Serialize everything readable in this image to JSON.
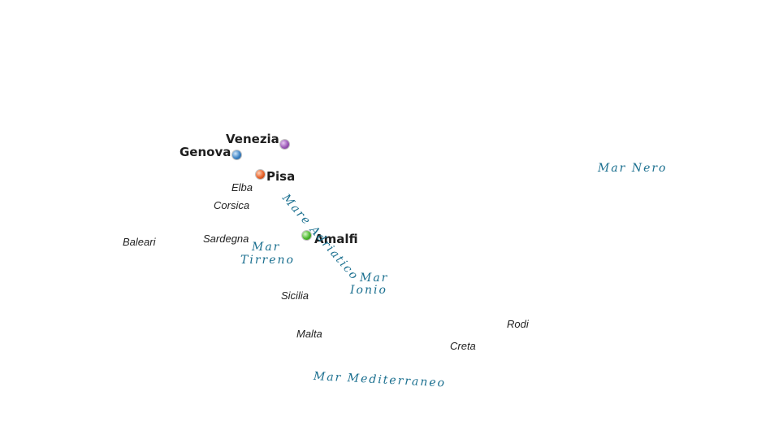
{
  "colors": {
    "background": "#ffffff",
    "city_text": "#1e1e1e",
    "place_text": "#222222",
    "sea_text": "#1a6f8f",
    "marker_venezia": "#9b59b6",
    "marker_genova": "#3b82c4",
    "marker_pisa": "#e8632a",
    "marker_amalfi": "#4cb82f"
  },
  "cities": {
    "venezia": "Venezia",
    "genova": "Genova",
    "pisa": "Pisa",
    "amalfi": "Amalfi"
  },
  "places": {
    "elba": "Elba",
    "corsica": "Corsica",
    "sardegna": "Sardegna",
    "baleari": "Baleari",
    "sicilia": "Sicilia",
    "malta": "Malta",
    "creta": "Creta",
    "rodi": "Rodi"
  },
  "seas": {
    "adriatico": "Mare Adriatico",
    "tirreno_line1": "Mar",
    "tirreno_line2": "Tirreno",
    "ionio_line1": "Mar",
    "ionio_line2": "Ionio",
    "mediterraneo": "Mar Mediterraneo",
    "nero": "Mar Nero"
  }
}
